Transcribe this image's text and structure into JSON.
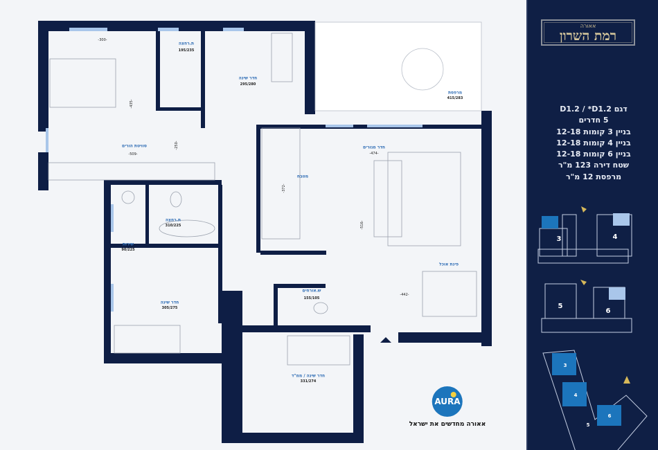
{
  "brand": {
    "subtitle": "אאורה",
    "title": "רמת השרון"
  },
  "specs": {
    "model": "דגם D1.2 / *D1.2",
    "rooms": "5 חדרים",
    "lines": [
      "בניין 3 קומות 12-18",
      "בניין 4 קומות 12-18",
      "בניין 6 קומות 12-18"
    ],
    "area": "שטח דירה 123 מ\"ר",
    "balcony": "מרפסת 12 מ\"ר"
  },
  "rooms": {
    "master": {
      "name": "סוויטת הורים",
      "dim_w": "-509-",
      "dim_top": "-300-",
      "dim_v": "-435-",
      "dim_v2": "-250-"
    },
    "bath1": {
      "name": "ת.רחצה",
      "size": "195/235"
    },
    "bedroom1": {
      "name": "חדר שינה",
      "size": "295/280"
    },
    "terrace": {
      "name": "מרפסת",
      "size": "415/283"
    },
    "kitchen": {
      "name": "מטבח",
      "dim": "-372-"
    },
    "living": {
      "name": "חדר מגורים",
      "dim": "-474-",
      "dim_v": "-516-"
    },
    "dining": {
      "name": "פינת אוכל",
      "dim": "-442-"
    },
    "guest_wc": {
      "name": "ש.אורחים",
      "size": "155/105"
    },
    "mamad": {
      "name": "חדר שינה / ממ\"ד",
      "size": "331/274"
    },
    "bath2": {
      "name": "ת.רחצה",
      "size": "310/225"
    },
    "laundry": {
      "name": "שירות",
      "size": "90/225"
    },
    "bedroom2": {
      "name": "חדר שינה",
      "size": "305/275"
    }
  },
  "keyplan": {
    "buildings_top": [
      "3",
      "4"
    ],
    "buildings_mid": [
      "5",
      "6"
    ],
    "site": [
      "3",
      "4",
      "5",
      "6"
    ],
    "highlight": "#1c75bc",
    "highlight_light": "#a9c6ea"
  },
  "logo": {
    "mark": "AURA",
    "tagline": "אאורה מחדשים את ישראל"
  },
  "colors": {
    "wall": "#0e1e45",
    "panel": "#0f1f45",
    "label": "#2f6db5"
  }
}
